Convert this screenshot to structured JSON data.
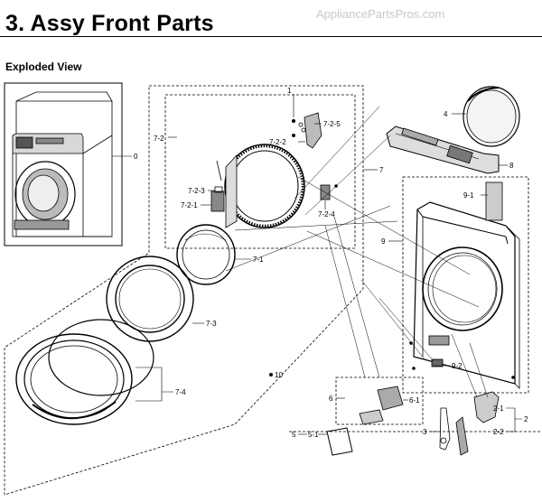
{
  "header": {
    "title": "3.  Assy Front Parts",
    "watermark": "AppliancePartsPros.com",
    "subtitle": "Exploded View"
  },
  "callouts": {
    "c0": "0",
    "c1": "1",
    "c2": "2",
    "c2_1": "2-1",
    "c2_2": "2-2",
    "c3": "3",
    "c4": "4",
    "c5": "5",
    "c5_1": "5-1",
    "c6": "6",
    "c6_1": "6-1",
    "c7": "7",
    "c7_1": "7-1",
    "c7_2": "7-2",
    "c7_2_1": "7-2-1",
    "c7_2_2": "7-2-2",
    "c7_2_3": "7-2-3",
    "c7_2_4": "7-2-4",
    "c7_2_5": "7-2-5",
    "c7_3": "7-3",
    "c7_4": "7-4",
    "c8": "8",
    "c9": "9",
    "c9_1": "9-1",
    "c9_2": "9-2",
    "c10": "10"
  }
}
